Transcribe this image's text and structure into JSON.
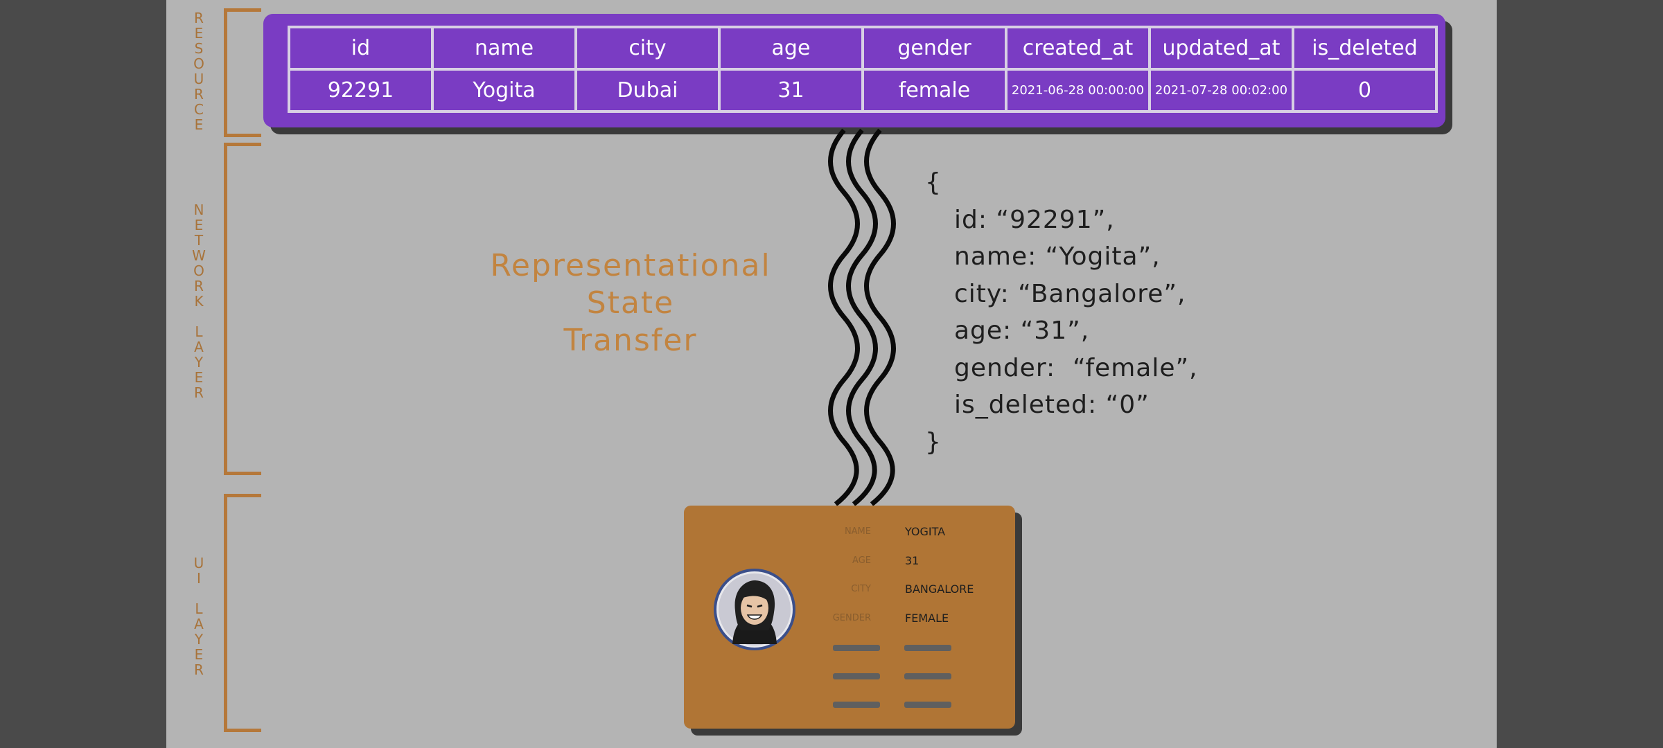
{
  "layers": {
    "resource": "RESOURCE",
    "network": "NETWORK LAYER",
    "ui": "UI LAYER"
  },
  "table": {
    "headers": [
      "id",
      "name",
      "city",
      "age",
      "gender",
      "created_at",
      "updated_at",
      "is_deleted"
    ],
    "row": [
      "92291",
      "Yogita",
      "Dubai",
      "31",
      "female",
      "2021-06-28 00:00:00",
      "2021-07-28 00:02:00",
      "0"
    ]
  },
  "title": {
    "line1": "Representational",
    "line2": "State",
    "line3": "Transfer"
  },
  "json_payload": {
    "open": "{",
    "line1": "id: “92291”,",
    "line2": "name: “Yogita”,",
    "line3": "city: “Bangalore”,",
    "line4": "age: “31”,",
    "line5": "gender:  “female”,",
    "line6": "is_deleted: “0”",
    "close": "}"
  },
  "card": {
    "name_label": "NAME",
    "name_value": "YOGITA",
    "age_label": "AGE",
    "age_value": "31",
    "city_label": "CITY",
    "city_value": "BANGALORE",
    "gender_label": "GENDER",
    "gender_value": "FEMALE",
    "avatar_icon": "avatar-icon"
  },
  "colors": {
    "table_bg": "#7a3cc3",
    "accent_orange": "#b5783a",
    "card_bg": "#b07535",
    "slide_bg": "#b4b4b4"
  }
}
